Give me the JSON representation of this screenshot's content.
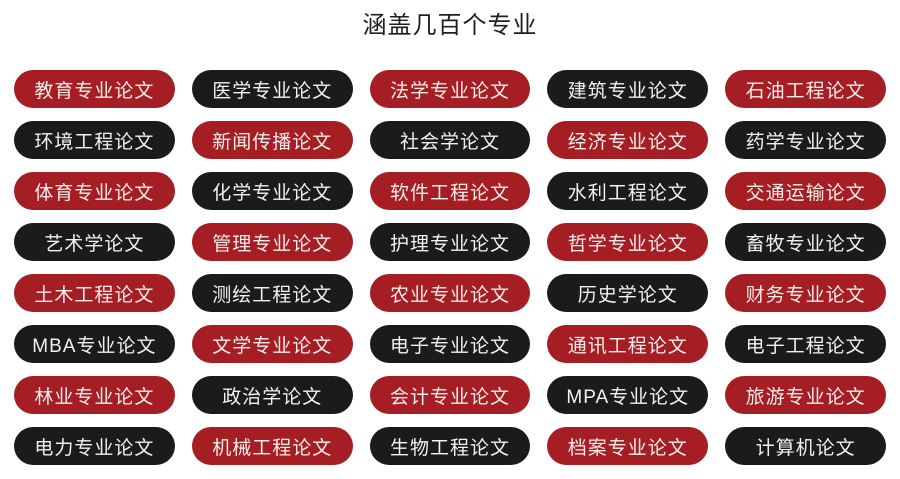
{
  "title": "涵盖几百个专业",
  "colors": {
    "red_pill": "#a41e23",
    "black_pill": "#1b1b1b",
    "background": "#ffffff",
    "title_text": "#1f1f1f"
  },
  "grid": {
    "columns": 5,
    "rows": 8,
    "items": [
      {
        "label": "教育专业论文",
        "variant": "red"
      },
      {
        "label": "医学专业论文",
        "variant": "black"
      },
      {
        "label": "法学专业论文",
        "variant": "red"
      },
      {
        "label": "建筑专业论文",
        "variant": "black"
      },
      {
        "label": "石油工程论文",
        "variant": "red"
      },
      {
        "label": "环境工程论文",
        "variant": "black"
      },
      {
        "label": "新闻传播论文",
        "variant": "red"
      },
      {
        "label": "社会学论文",
        "variant": "black"
      },
      {
        "label": "经济专业论文",
        "variant": "red"
      },
      {
        "label": "药学专业论文",
        "variant": "black"
      },
      {
        "label": "体育专业论文",
        "variant": "red"
      },
      {
        "label": "化学专业论文",
        "variant": "black"
      },
      {
        "label": "软件工程论文",
        "variant": "red"
      },
      {
        "label": "水利工程论文",
        "variant": "black"
      },
      {
        "label": "交通运输论文",
        "variant": "red"
      },
      {
        "label": "艺术学论文",
        "variant": "black"
      },
      {
        "label": "管理专业论文",
        "variant": "red"
      },
      {
        "label": "护理专业论文",
        "variant": "black"
      },
      {
        "label": "哲学专业论文",
        "variant": "red"
      },
      {
        "label": "畜牧专业论文",
        "variant": "black"
      },
      {
        "label": "土木工程论文",
        "variant": "red"
      },
      {
        "label": "测绘工程论文",
        "variant": "black"
      },
      {
        "label": "农业专业论文",
        "variant": "red"
      },
      {
        "label": "历史学论文",
        "variant": "black"
      },
      {
        "label": "财务专业论文",
        "variant": "red"
      },
      {
        "label": "MBA专业论文",
        "variant": "black"
      },
      {
        "label": "文学专业论文",
        "variant": "red"
      },
      {
        "label": "电子专业论文",
        "variant": "black"
      },
      {
        "label": "通讯工程论文",
        "variant": "red"
      },
      {
        "label": "电子工程论文",
        "variant": "black"
      },
      {
        "label": "林业专业论文",
        "variant": "red"
      },
      {
        "label": "政治学论文",
        "variant": "black"
      },
      {
        "label": "会计专业论文",
        "variant": "red"
      },
      {
        "label": "MPA专业论文",
        "variant": "black"
      },
      {
        "label": "旅游专业论文",
        "variant": "red"
      },
      {
        "label": "电力专业论文",
        "variant": "black"
      },
      {
        "label": "机械工程论文",
        "variant": "red"
      },
      {
        "label": "生物工程论文",
        "variant": "black"
      },
      {
        "label": "档案专业论文",
        "variant": "red"
      },
      {
        "label": "计算机论文",
        "variant": "black"
      }
    ]
  }
}
